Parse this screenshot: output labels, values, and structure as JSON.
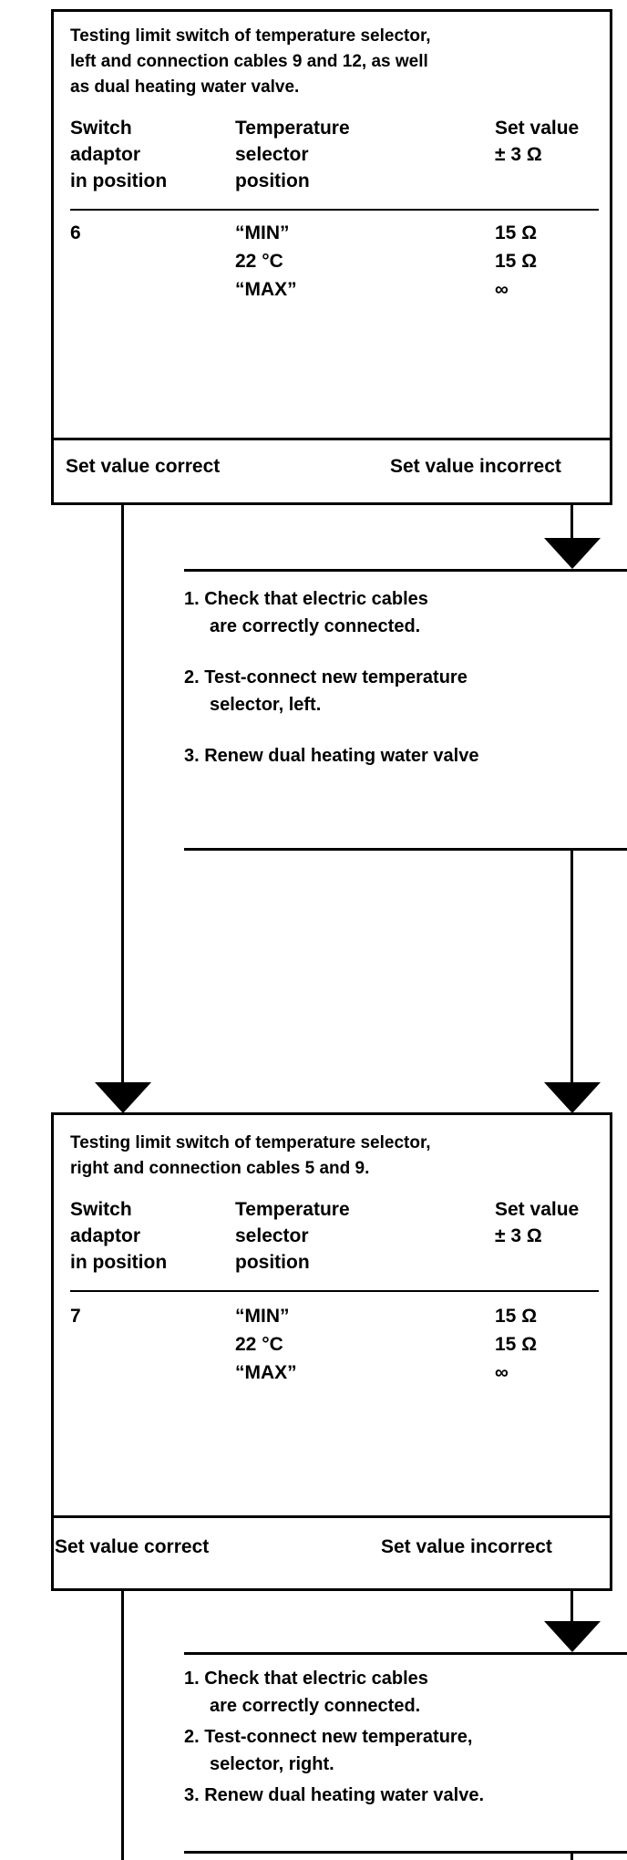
{
  "blocks": [
    {
      "title": [
        "Testing limit switch of temperature selector,",
        "left and connection cables 9 and 12, as well",
        "as dual heating water valve."
      ],
      "col1": [
        "Switch",
        "adaptor",
        "in position"
      ],
      "col2": [
        "Temperature",
        "selector",
        "position"
      ],
      "col3": [
        "Set value",
        "± 3 Ω"
      ],
      "position": "6",
      "selector_positions": [
        "“MIN”",
        "22 °C",
        "“MAX”"
      ],
      "set_values": [
        "15 Ω",
        "15 Ω",
        "∞"
      ],
      "correct": "Set value correct",
      "incorrect": "Set value incorrect",
      "steps": [
        "1. Check that electric cables",
        "are correctly connected.",
        "2. Test-connect new temperature",
        "selector, left.",
        "3. Renew dual heating water valve"
      ]
    },
    {
      "title": [
        "Testing limit switch of temperature selector,",
        "right and connection cables 5 and 9."
      ],
      "col1": [
        "Switch",
        "adaptor",
        "in position"
      ],
      "col2": [
        "Temperature",
        "selector",
        "position"
      ],
      "col3": [
        "Set value",
        "± 3 Ω"
      ],
      "position": "7",
      "selector_positions": [
        "“MIN”",
        "22 °C",
        "“MAX”"
      ],
      "set_values": [
        "15 Ω",
        "15 Ω",
        "∞"
      ],
      "correct": "Set value correct",
      "incorrect": "Set value incorrect",
      "steps": [
        "1. Check that electric cables",
        "are correctly connected.",
        "2. Test-connect new temperature,",
        "selector, right.",
        "3. Renew dual heating water valve."
      ]
    }
  ]
}
